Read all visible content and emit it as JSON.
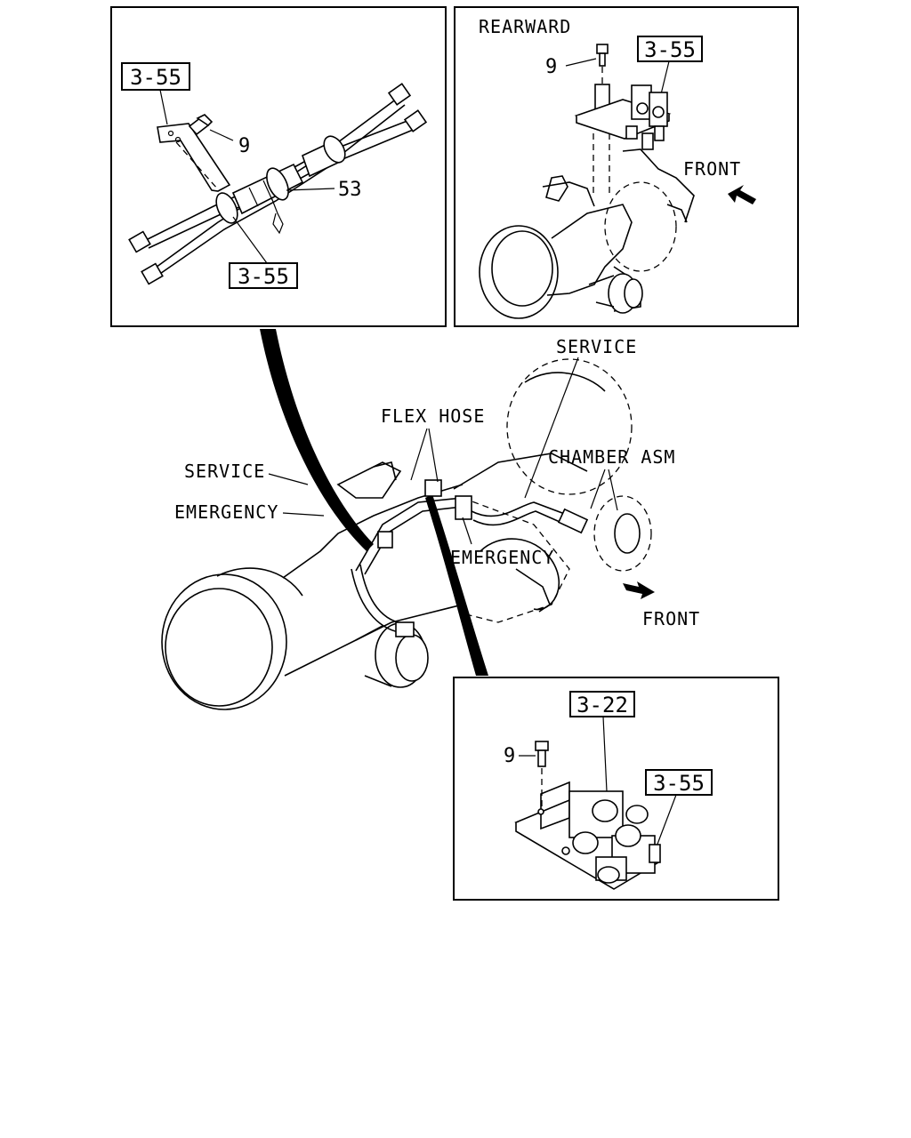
{
  "panels": {
    "top_left": {
      "ref_upper": "3-55",
      "ref_lower": "3-55",
      "callout_bolt": "9",
      "callout_clip": "53"
    },
    "top_right": {
      "heading": "REARWARD",
      "ref": "3-55",
      "callout_bolt": "9",
      "direction": "FRONT"
    },
    "bottom_right": {
      "ref_upper": "3-22",
      "ref_lower": "3-55",
      "callout_bolt": "9"
    }
  },
  "main": {
    "service_top": "SERVICE",
    "flex_hose": "FLEX HOSE",
    "service_left": "SERVICE",
    "chamber_asm": "CHAMBER ASM",
    "emergency_left": "EMERGENCY",
    "emergency_mid": "EMERGENCY",
    "direction": "FRONT"
  }
}
